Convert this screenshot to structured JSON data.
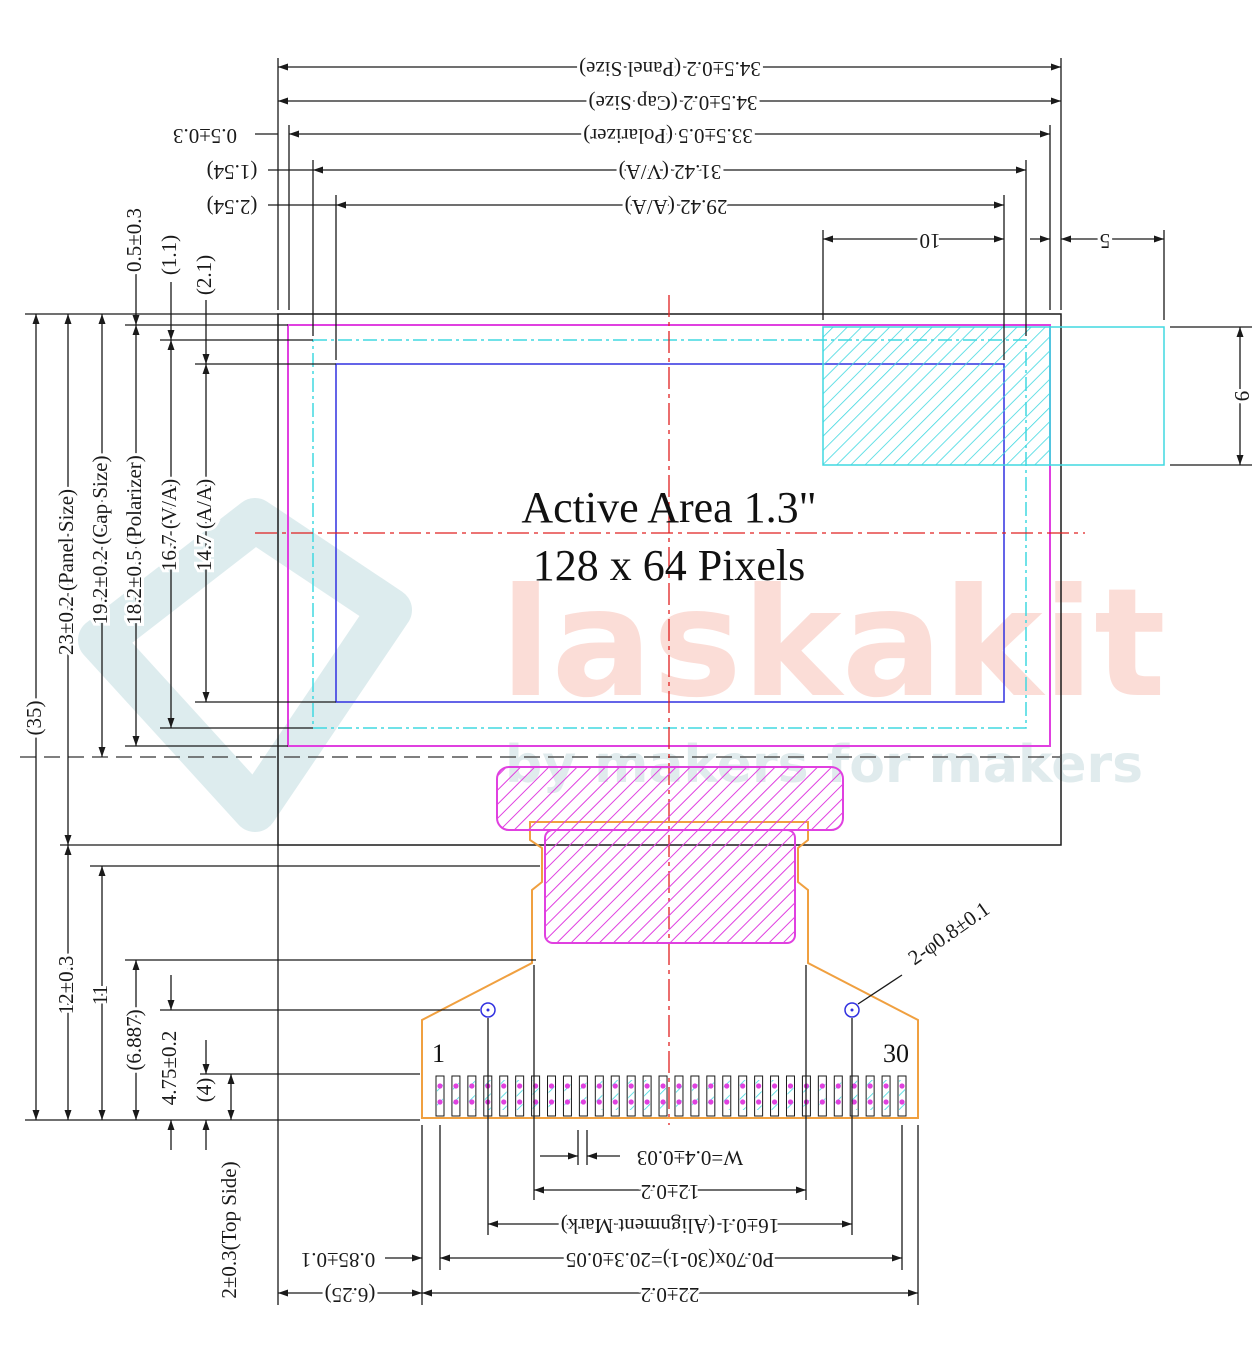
{
  "labels": {
    "panel_w": "34.5±0.2 (Panel Size)",
    "cap_w": "34.5±0.2 (Cap Size)",
    "pol_w": "33.5±0.5 (Polarizer)",
    "pol_off": "0.5±0.3",
    "va_w": "31.42 (V/A)",
    "va_off": "(1.54)",
    "aa_w": "29.42 (A/A)",
    "aa_off": "(2.54)",
    "d10": "10",
    "d5": "5",
    "d9": "9",
    "top_05": "0.5±0.3",
    "top_11": "(1.1)",
    "top_21": "(2.1)",
    "total_h": "(35)",
    "panel_h": "23±0.2 (Panel Size)",
    "cap_h": "19.2±0.2 (Cap Size)",
    "pol_h": "18.2±0.5 (Polarizer)",
    "va_h": "16.7 (V/A)",
    "aa_h": "14.7 (A/A)",
    "fpc_h": "12±0.3",
    "h11": "11",
    "h6887": "(6.887)",
    "h475": "4.75±0.2",
    "h4": "(4)",
    "top_side": "2±0.3(Top Side)",
    "hole": "2-φ0.8±0.1",
    "w_pin": "W=0.4±0.03",
    "w12": "12±0.2",
    "align": "16±0.1 (Alignment Mark)",
    "pitch": "P0.70x(30-1)=20.3±0.05",
    "edge": "0.85±0.1",
    "w22": "22±0.2",
    "w625": "(6.25)",
    "pin1": "1",
    "pin30": "30"
  },
  "active_area": {
    "line1": "Active Area 1.3\"",
    "line2": "128 x 64 Pixels"
  },
  "watermark": {
    "brand": "laskakit",
    "tagline": "by makers for makers"
  },
  "pins": 30,
  "colors": {
    "outline": "#1a1a1a",
    "polarizer": "#e040e0",
    "viewing_area": "#40d8e0",
    "active_area": "#3030e0",
    "centerline": "#e02020",
    "fpc": "#f0a040",
    "pad": "#e040e0"
  }
}
